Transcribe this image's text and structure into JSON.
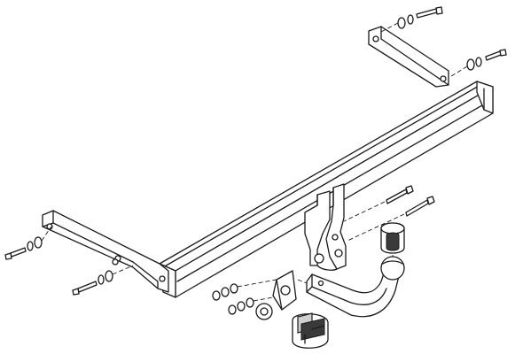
{
  "diagram": {
    "colors": {
      "line": "#1a1a1a",
      "fill": "#ffffff",
      "shade": "#cfcfcf",
      "dark": "#3a3a3a"
    },
    "parts": [
      "crossbar",
      "left-mounting-bracket",
      "right-mounting-bracket",
      "center-receiver-plates",
      "detachable-towball",
      "ball-cap",
      "socket-plate",
      "electrical-socket",
      "bolts-nuts-washers"
    ]
  }
}
